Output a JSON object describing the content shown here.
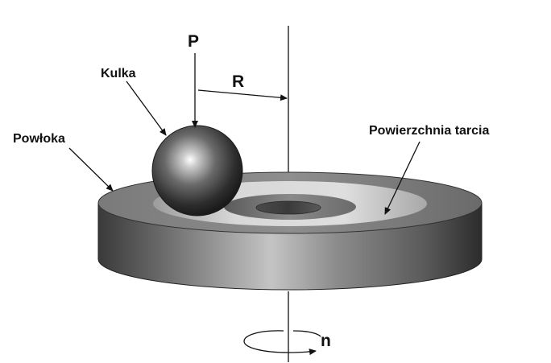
{
  "labels": {
    "force": "P",
    "ball": "Kulka",
    "radius": "R",
    "coating": "Powłoka",
    "friction_surface": "Powierzchnia tarcia",
    "rotation": "n"
  }
}
